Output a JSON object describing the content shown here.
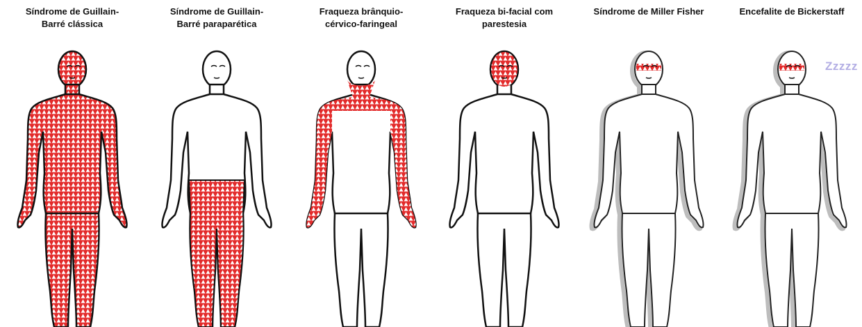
{
  "colors": {
    "affected_fill": "#e32b2b",
    "pattern_triangle": "#ffffff",
    "outline": "#111111",
    "ghost_outline": "#9a9a9a",
    "zzz": "#b3aee4"
  },
  "panels": [
    {
      "title": "Síndrome de Guillain-\nBarré clássica",
      "affected": [
        "whole-body"
      ],
      "ghost": false
    },
    {
      "title": "Síndrome de Guillain-\nBarré paraparética",
      "affected": [
        "legs"
      ],
      "ghost": false
    },
    {
      "title": "Fraqueza brânquio-\ncérvico-faringeal",
      "affected": [
        "neck",
        "arms"
      ],
      "ghost": false
    },
    {
      "title": "Fraqueza bi-facial com\nparestesia",
      "affected": [
        "face"
      ],
      "ghost": false
    },
    {
      "title": "Síndrome de Miller Fisher",
      "affected": [
        "eyes"
      ],
      "ghost": true
    },
    {
      "title": "Encefalite de Bickerstaff",
      "affected": [
        "eyes"
      ],
      "ghost": true,
      "annotation": "Zzzzz"
    }
  ]
}
